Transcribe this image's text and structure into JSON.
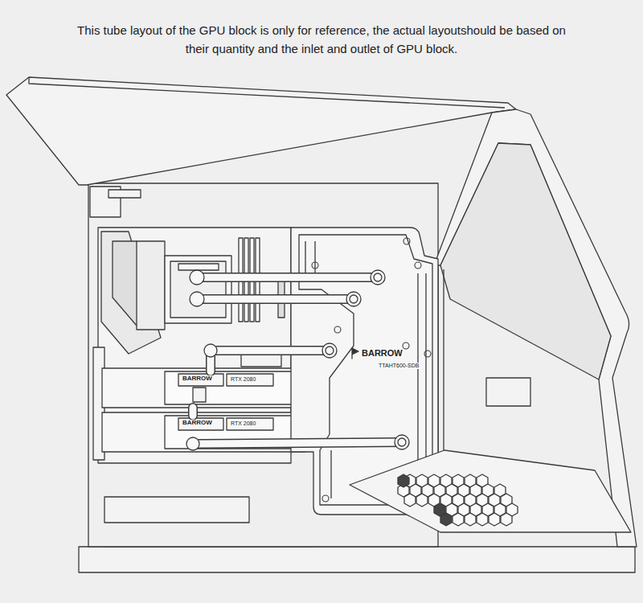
{
  "diagram": {
    "title": "This tube layout of the GPU block is only for reference, the actual layoutshould be based on their quantity and the inlet and outlet of GPU block.",
    "labels": [
      "BARROW",
      "TTAHT600-SDB",
      "BARROW",
      "RTX 2080",
      "BARROW",
      "RTX 2080"
    ]
  }
}
